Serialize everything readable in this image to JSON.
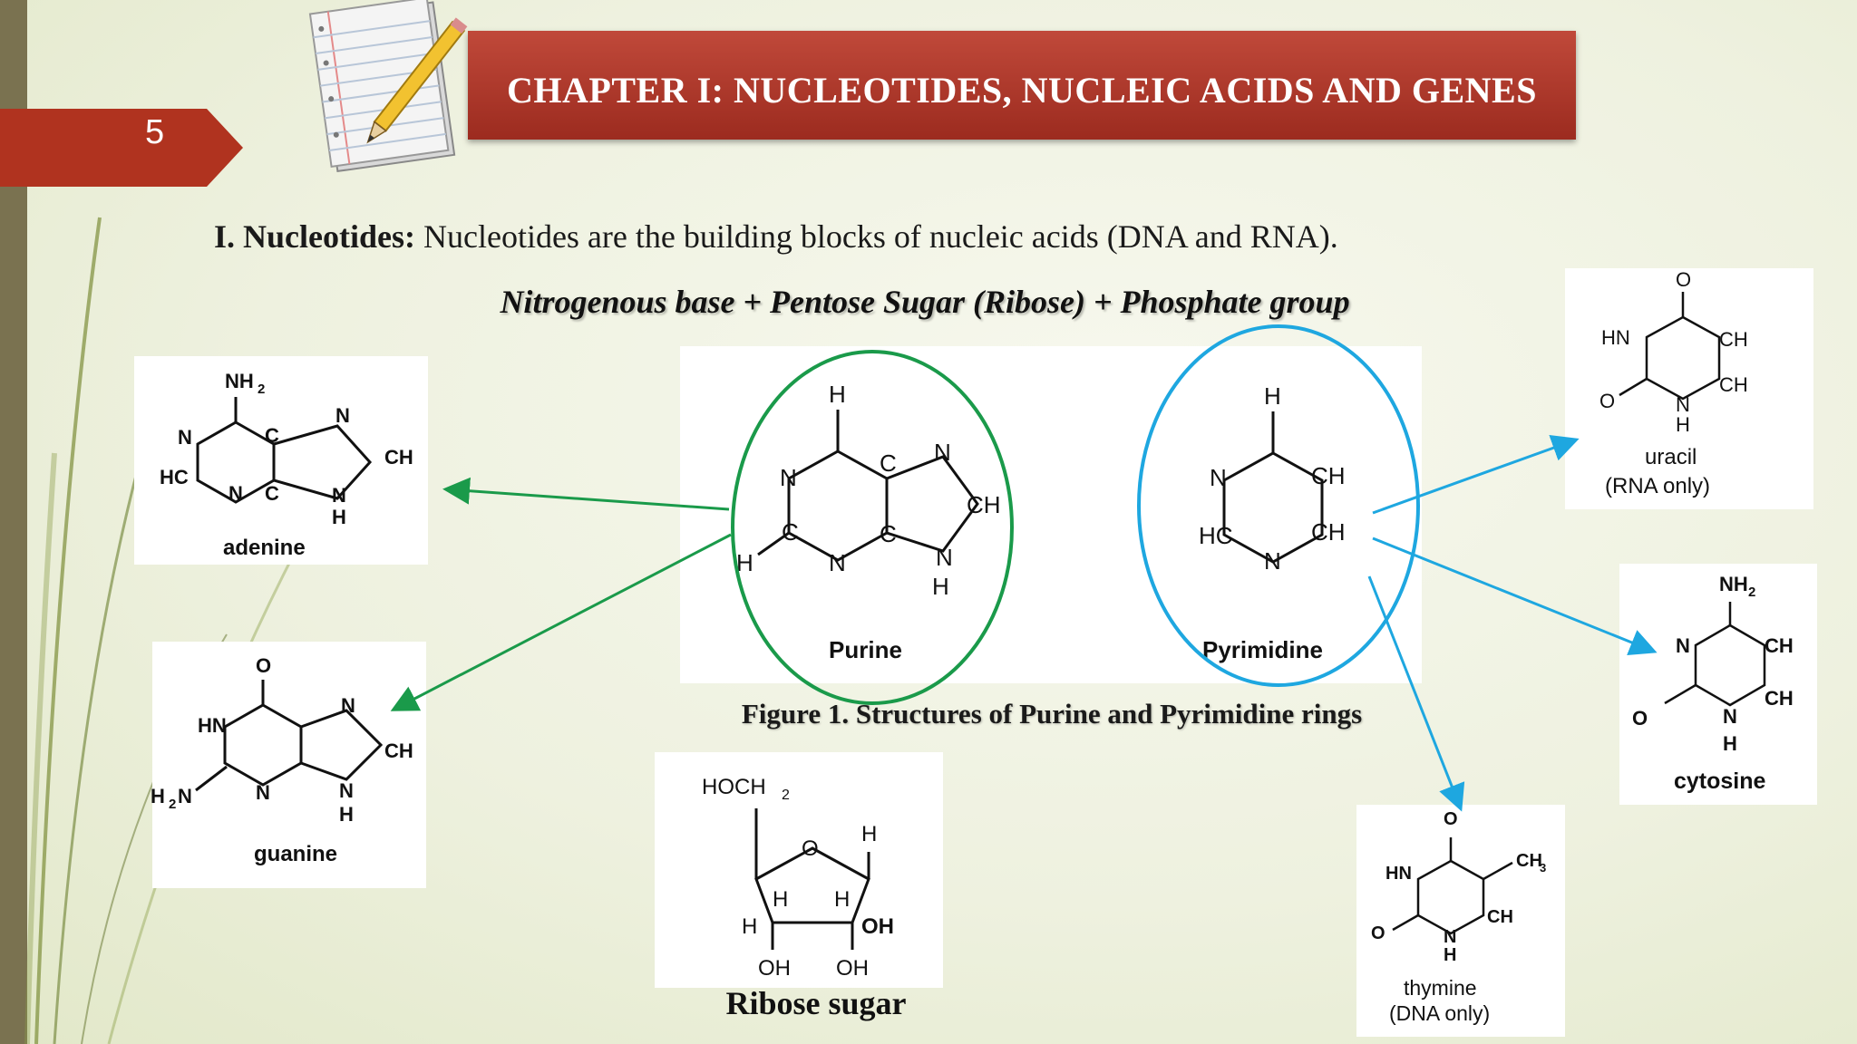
{
  "slide": {
    "number": "5",
    "title": "CHAPTER I: NUCLEOTIDES, NUCLEIC ACIDS AND GENES",
    "intro_bold": "I. Nucleotides:",
    "intro_text": " Nucleotides are the building blocks of nucleic acids (DNA and RNA).",
    "formula": "Nitrogenous base + Pentose Sugar (Ribose) + Phosphate group",
    "caption": "Figure 1. Structures of Purine and Pyrimidine rings",
    "ribose_caption": "Ribose sugar"
  },
  "structures": {
    "adenine": "adenine",
    "guanine": "guanine",
    "purine": "Purine",
    "pyrimidine": "Pyrimidine",
    "uracil": "uracil",
    "uracil_note": "(RNA only)",
    "cytosine": "cytosine",
    "thymine": "thymine",
    "thymine_note": "(DNA only)"
  },
  "colors": {
    "title_bar": "#b03a2e",
    "purine_ring": "#1a9a4a",
    "pyrimidine_ring": "#1ea7e0",
    "slide_tab": "#b0331f"
  },
  "icons": [
    "notepad-pencil-icon"
  ]
}
